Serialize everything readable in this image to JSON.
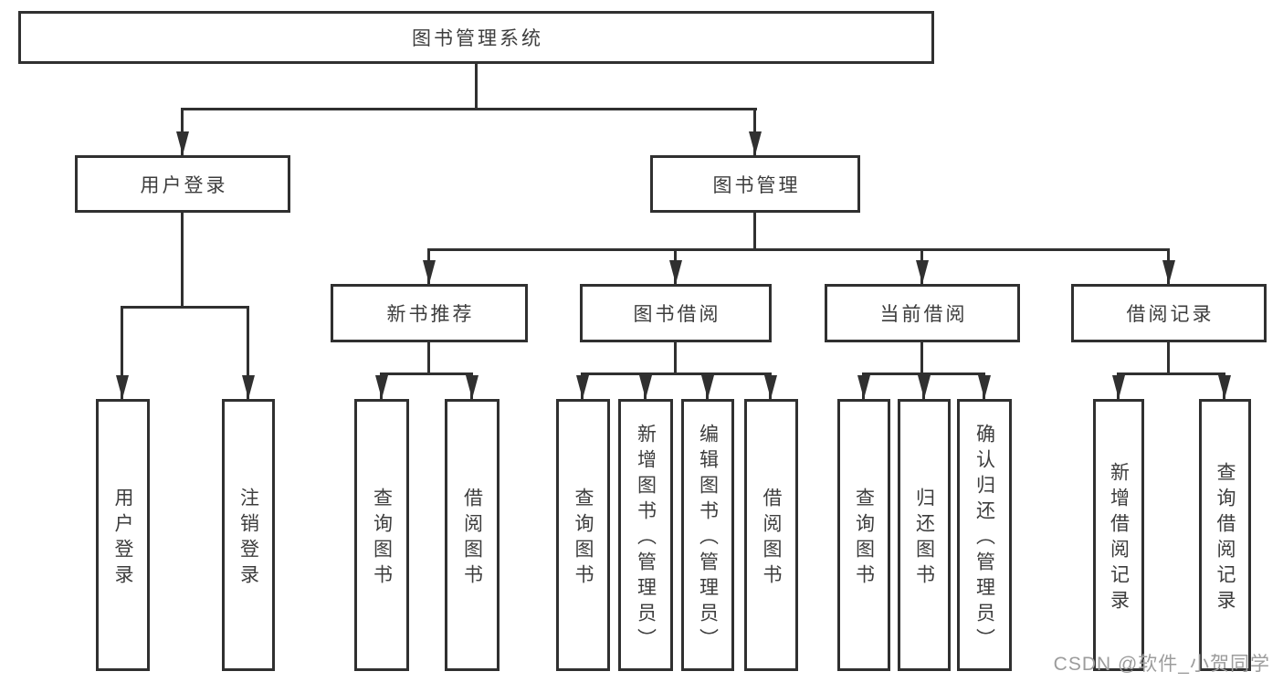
{
  "diagram": {
    "title_node": {
      "label": "图书管理系统"
    },
    "level2": [
      {
        "label": "用户登录"
      },
      {
        "label": "图书管理"
      }
    ],
    "level3": [
      {
        "label": "新书推荐"
      },
      {
        "label": "图书借阅"
      },
      {
        "label": "当前借阅"
      },
      {
        "label": "借阅记录"
      }
    ],
    "leaves": {
      "user_login": [
        {
          "label": "用户登录"
        },
        {
          "label": "注销登录"
        }
      ],
      "new_book": [
        {
          "label": "查询图书"
        },
        {
          "label": "借阅图书"
        }
      ],
      "book_borrow": [
        {
          "label": "查询图书"
        },
        {
          "label": "新增图书（管理员）"
        },
        {
          "label": "编辑图书（管理员）"
        },
        {
          "label": "借阅图书"
        }
      ],
      "current_borrow": [
        {
          "label": "查询图书"
        },
        {
          "label": "归还图书"
        },
        {
          "label": "确认归还（管理员）"
        }
      ],
      "borrow_records": [
        {
          "label": "新增借阅记录"
        },
        {
          "label": "查询借阅记录"
        }
      ]
    }
  },
  "watermark": {
    "text": "CSDN @软件_小贺同学"
  },
  "colors": {
    "line": "#303030",
    "box_background": "#ffffff",
    "text": "#3d3d3d",
    "watermark": "#9c9c9c",
    "page_background": "#ffffff"
  }
}
